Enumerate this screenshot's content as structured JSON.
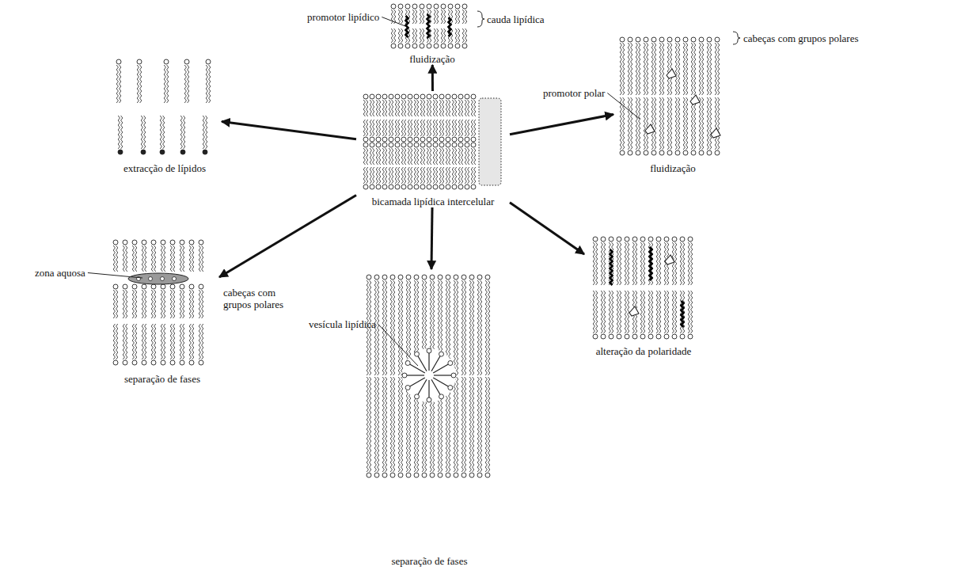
{
  "diagram": {
    "nodes": [
      {
        "text": [
          "fluidização"
        ]
      },
      {
        "text": [
          "extracção de lípidos"
        ]
      },
      {
        "text": [
          "fluidização"
        ]
      },
      {
        "text": [
          "bicamada lipídica intercelular"
        ]
      },
      {
        "text": [
          "separação de fases"
        ]
      },
      {
        "text": [
          "alteração da polaridade"
        ]
      },
      {
        "text": [
          "separação de fases"
        ]
      }
    ],
    "edges": [
      {
        "from": 3,
        "to": 0,
        "arrow": "to"
      },
      {
        "from": 3,
        "to": 1,
        "arrow": "to"
      },
      {
        "from": 3,
        "to": 2,
        "arrow": "to"
      },
      {
        "from": 3,
        "to": 4,
        "arrow": "to"
      },
      {
        "from": 3,
        "to": 5,
        "arrow": "to"
      },
      {
        "from": 3,
        "to": 6,
        "arrow": "to"
      }
    ],
    "labels": [
      "promotor lipídico",
      "cauda lipídica",
      "cabeças com grupos polares",
      "promotor polar",
      "zona aquosa",
      "cabeças com grupos polares",
      "vesícula lipídica"
    ]
  }
}
